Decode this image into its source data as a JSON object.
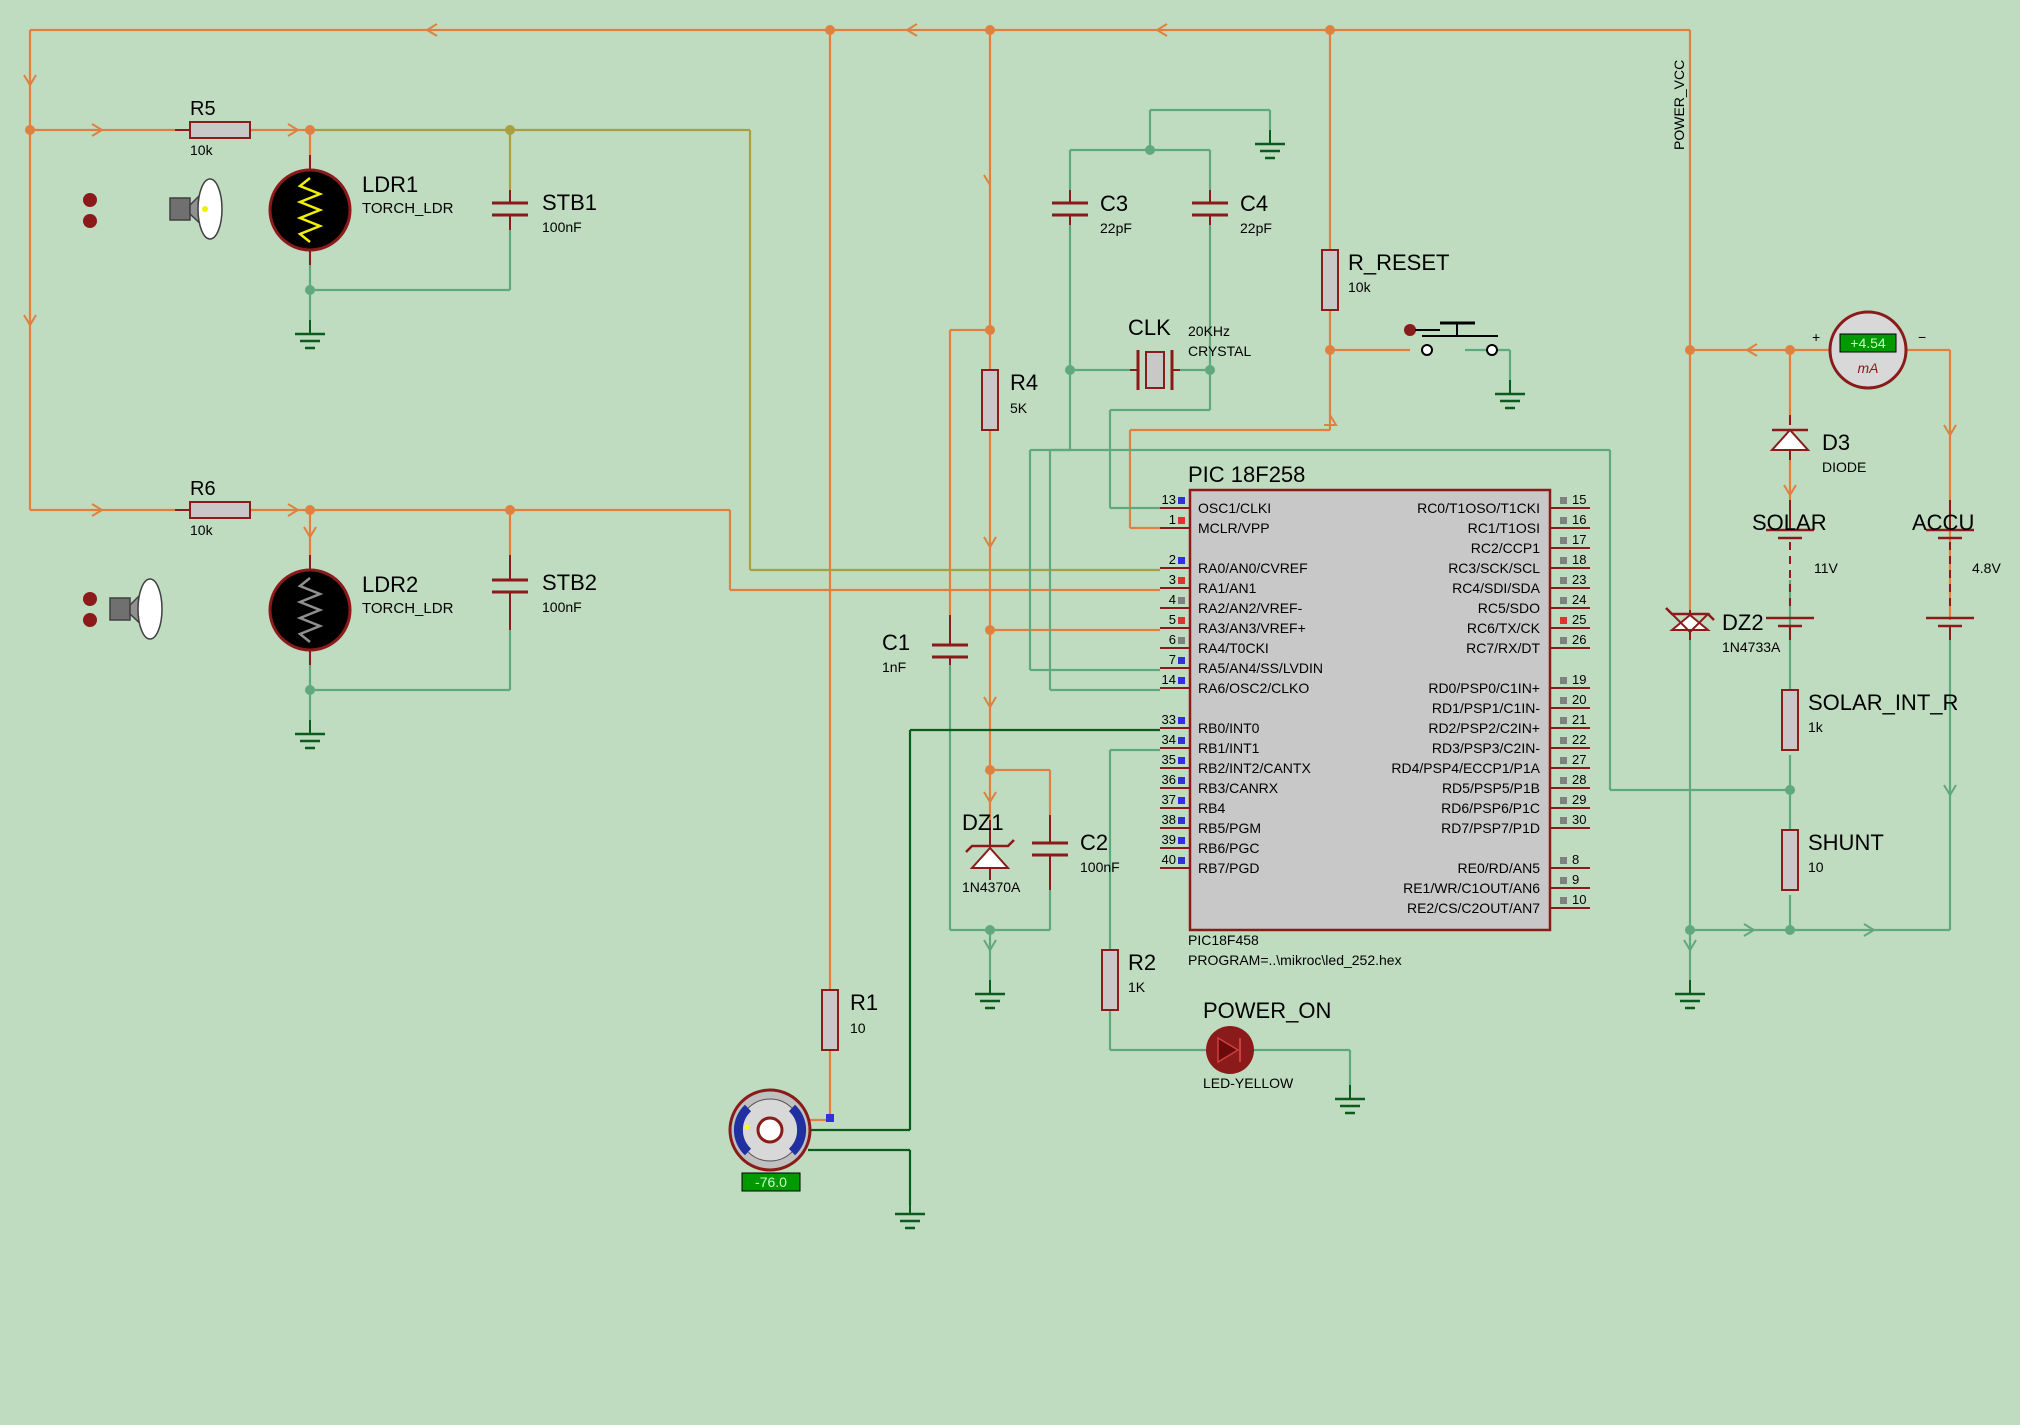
{
  "colors": {
    "background": "#c0dcc0",
    "wire_power": "#e08040",
    "wire_signal": "#60a880",
    "wire_dark": "#0b5a1e",
    "wire_olive": "#a8a040",
    "component": "#8b1a1a",
    "chip_fill": "#c8c8c8",
    "pin_blue": "#3030e0",
    "pin_red": "#e03030",
    "pin_gray": "#808080",
    "meter_display": "#009900"
  },
  "net_labels": {
    "power_vcc": "POWER_VCC"
  },
  "components": {
    "r5": {
      "ref": "R5",
      "value": "10k"
    },
    "r6": {
      "ref": "R6",
      "value": "10k"
    },
    "ldr1": {
      "ref": "LDR1",
      "value": "TORCH_LDR"
    },
    "ldr2": {
      "ref": "LDR2",
      "value": "TORCH_LDR"
    },
    "stb1": {
      "ref": "STB1",
      "value": "100nF"
    },
    "stb2": {
      "ref": "STB2",
      "value": "100nF"
    },
    "c3": {
      "ref": "C3",
      "value": "22pF"
    },
    "c4": {
      "ref": "C4",
      "value": "22pF"
    },
    "clk": {
      "ref": "CLK",
      "value": "20KHz",
      "type": "CRYSTAL"
    },
    "r_reset": {
      "ref": "R_RESET",
      "value": "10k"
    },
    "r4": {
      "ref": "R4",
      "value": "5K"
    },
    "c1": {
      "ref": "C1",
      "value": "1nF"
    },
    "dz1": {
      "ref": "DZ1",
      "value": "1N4370A"
    },
    "c2": {
      "ref": "C2",
      "value": "100nF"
    },
    "r2": {
      "ref": "R2",
      "value": "1K"
    },
    "r1": {
      "ref": "R1",
      "value": "10"
    },
    "power_on": {
      "ref": "POWER_ON",
      "value": "LED-YELLOW"
    },
    "d3": {
      "ref": "D3",
      "value": "DIODE"
    },
    "dz2": {
      "ref": "DZ2",
      "value": "1N4733A"
    },
    "solar": {
      "ref": "SOLAR",
      "value": "11V"
    },
    "accu": {
      "ref": "ACCU",
      "value": "4.8V"
    },
    "solar_int_r": {
      "ref": "SOLAR_INT_R",
      "value": "1k"
    },
    "shunt": {
      "ref": "SHUNT",
      "value": "10"
    }
  },
  "ammeter": {
    "reading": "+4.54",
    "unit": "mA",
    "plus": "+",
    "minus": "−"
  },
  "motor": {
    "reading": "-76.0"
  },
  "mcu": {
    "title": "PIC 18F258",
    "part": "PIC18F458",
    "program": "PROGRAM=..\\mikroc\\led_252.hex",
    "left_pins": [
      {
        "num": "13",
        "name": "OSC1/CLKI",
        "state": "blue"
      },
      {
        "num": "1",
        "name": "MCLR/VPP",
        "state": "red"
      },
      {
        "num": "2",
        "name": "RA0/AN0/CVREF",
        "state": "blue"
      },
      {
        "num": "3",
        "name": "RA1/AN1",
        "state": "red"
      },
      {
        "num": "4",
        "name": "RA2/AN2/VREF-",
        "state": "gray"
      },
      {
        "num": "5",
        "name": "RA3/AN3/VREF+",
        "state": "red"
      },
      {
        "num": "6",
        "name": "RA4/T0CKI",
        "state": "gray"
      },
      {
        "num": "7",
        "name": "RA5/AN4/SS/LVDIN",
        "state": "blue"
      },
      {
        "num": "14",
        "name": "RA6/OSC2/CLKO",
        "state": "blue"
      },
      {
        "num": "33",
        "name": "RB0/INT0",
        "state": "blue"
      },
      {
        "num": "34",
        "name": "RB1/INT1",
        "state": "blue"
      },
      {
        "num": "35",
        "name": "RB2/INT2/CANTX",
        "state": "blue"
      },
      {
        "num": "36",
        "name": "RB3/CANRX",
        "state": "blue"
      },
      {
        "num": "37",
        "name": "RB4",
        "state": "blue"
      },
      {
        "num": "38",
        "name": "RB5/PGM",
        "state": "blue"
      },
      {
        "num": "39",
        "name": "RB6/PGC",
        "state": "blue"
      },
      {
        "num": "40",
        "name": "RB7/PGD",
        "state": "blue"
      }
    ],
    "right_pins": [
      {
        "num": "15",
        "name": "RC0/T1OSO/T1CKI",
        "state": "gray"
      },
      {
        "num": "16",
        "name": "RC1/T1OSI",
        "state": "gray"
      },
      {
        "num": "17",
        "name": "RC2/CCP1",
        "state": "gray"
      },
      {
        "num": "18",
        "name": "RC3/SCK/SCL",
        "state": "gray"
      },
      {
        "num": "23",
        "name": "RC4/SDI/SDA",
        "state": "gray"
      },
      {
        "num": "24",
        "name": "RC5/SDO",
        "state": "gray"
      },
      {
        "num": "25",
        "name": "RC6/TX/CK",
        "state": "red"
      },
      {
        "num": "26",
        "name": "RC7/RX/DT",
        "state": "gray"
      },
      {
        "num": "19",
        "name": "RD0/PSP0/C1IN+",
        "state": "gray"
      },
      {
        "num": "20",
        "name": "RD1/PSP1/C1IN-",
        "state": "gray"
      },
      {
        "num": "21",
        "name": "RD2/PSP2/C2IN+",
        "state": "gray"
      },
      {
        "num": "22",
        "name": "RD3/PSP3/C2IN-",
        "state": "gray"
      },
      {
        "num": "27",
        "name": "RD4/PSP4/ECCP1/P1A",
        "state": "gray"
      },
      {
        "num": "28",
        "name": "RD5/PSP5/P1B",
        "state": "gray"
      },
      {
        "num": "29",
        "name": "RD6/PSP6/P1C",
        "state": "gray"
      },
      {
        "num": "30",
        "name": "RD7/PSP7/P1D",
        "state": "gray"
      },
      {
        "num": "8",
        "name": "RE0/RD/AN5",
        "state": "gray"
      },
      {
        "num": "9",
        "name": "RE1/WR/C1OUT/AN6",
        "state": "gray"
      },
      {
        "num": "10",
        "name": "RE2/CS/C2OUT/AN7",
        "state": "gray"
      }
    ]
  }
}
